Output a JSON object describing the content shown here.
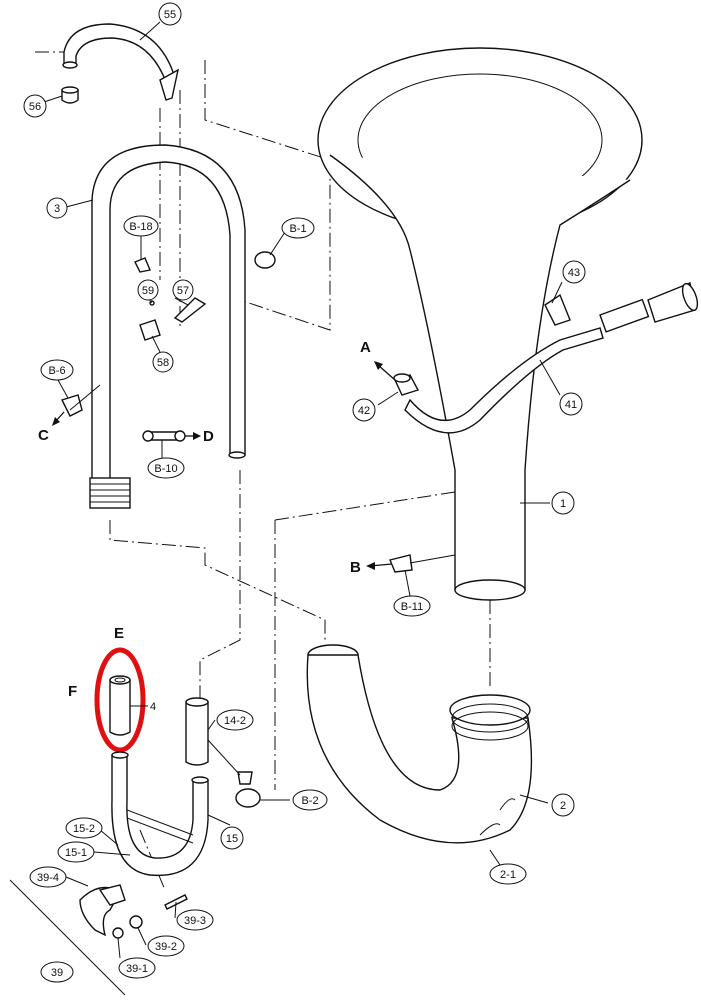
{
  "parts": {
    "p55": "55",
    "p56": "56",
    "p3": "3",
    "pB18": "B-18",
    "pB1": "B-1",
    "p59": "59",
    "p57": "57",
    "p58": "58",
    "pB6": "B-6",
    "pB10": "B-10",
    "p43": "43",
    "p41": "41",
    "p42": "42",
    "p1": "1",
    "pB11": "B-11",
    "p4": "4",
    "p14_2": "14-2",
    "pB2": "B-2",
    "p15": "15",
    "p15_2": "15-2",
    "p15_1": "15-1",
    "p39_4": "39-4",
    "p39_3": "39-3",
    "p39_2": "39-2",
    "p39_1": "39-1",
    "p39": "39",
    "p2": "2",
    "p2_1": "2-1"
  },
  "connections": {
    "A": "A",
    "B": "B",
    "C": "C",
    "D": "D",
    "E": "E",
    "F": "F"
  },
  "highlight_color": "#e01010"
}
